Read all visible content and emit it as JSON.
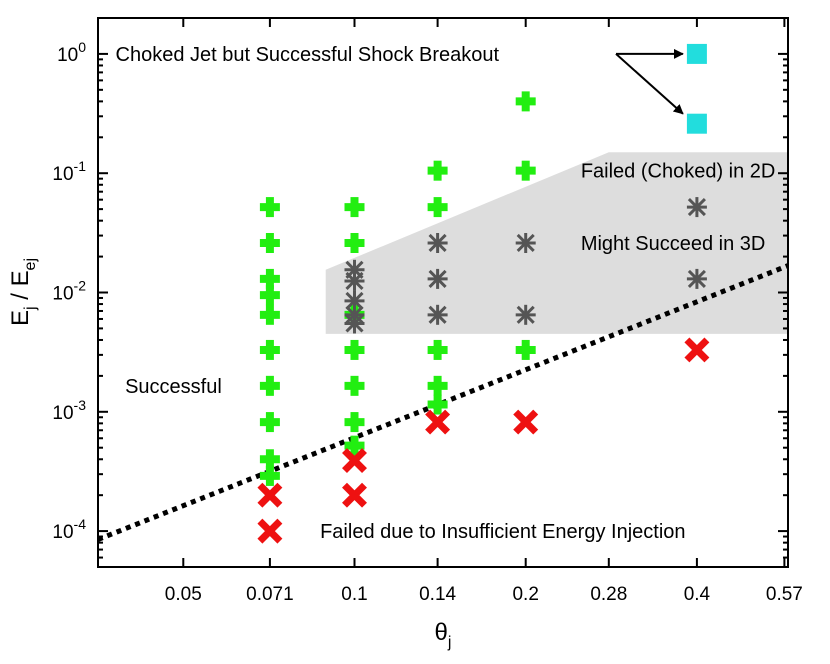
{
  "chart_data": {
    "type": "scatter",
    "title": "",
    "xlabel": "θ_j",
    "ylabel": "E_j / E_ej",
    "x_scale": "log",
    "y_scale": "log",
    "xlim": [
      0.0354,
      0.5784
    ],
    "ylim": [
      5e-05,
      2.0
    ],
    "grid": false,
    "legend": "none",
    "x_ticks": [
      0.05,
      0.071,
      0.1,
      0.14,
      0.2,
      0.28,
      0.4,
      0.57
    ],
    "x_tick_labels": [
      "0.05",
      "0.071",
      "0.1",
      "0.14",
      "0.2",
      "0.28",
      "0.4",
      "0.57"
    ],
    "y_ticks": [
      {
        "value": 0.0001,
        "base": "10",
        "exp": "-4"
      },
      {
        "value": 0.001,
        "base": "10",
        "exp": "-3"
      },
      {
        "value": 0.01,
        "base": "10",
        "exp": "-2"
      },
      {
        "value": 0.1,
        "base": "10",
        "exp": "-1"
      },
      {
        "value": 1,
        "base": "10",
        "exp": "0"
      }
    ],
    "series": [
      {
        "marker": "plus",
        "color": "#22ee11",
        "points": [
          [
            0.071,
            0.052
          ],
          [
            0.071,
            0.026
          ],
          [
            0.071,
            0.013
          ],
          [
            0.071,
            0.0095
          ],
          [
            0.071,
            0.0065
          ],
          [
            0.071,
            0.0033
          ],
          [
            0.071,
            0.00165
          ],
          [
            0.071,
            0.00082
          ],
          [
            0.071,
            0.0004
          ],
          [
            0.071,
            0.00029
          ],
          [
            0.1,
            0.052
          ],
          [
            0.1,
            0.026
          ],
          [
            0.1,
            0.0065
          ],
          [
            0.1,
            0.0033
          ],
          [
            0.1,
            0.00165
          ],
          [
            0.1,
            0.00082
          ],
          [
            0.1,
            0.00052
          ],
          [
            0.14,
            0.105
          ],
          [
            0.14,
            0.052
          ],
          [
            0.14,
            0.0033
          ],
          [
            0.14,
            0.00165
          ],
          [
            0.14,
            0.00115
          ],
          [
            0.2,
            0.4
          ],
          [
            0.2,
            0.105
          ],
          [
            0.2,
            0.0033
          ]
        ]
      },
      {
        "marker": "asterisk",
        "color": "#555555",
        "points": [
          [
            0.1,
            0.0155
          ],
          [
            0.1,
            0.0125
          ],
          [
            0.1,
            0.0085
          ],
          [
            0.1,
            0.0065
          ],
          [
            0.1,
            0.0055
          ],
          [
            0.14,
            0.026
          ],
          [
            0.14,
            0.013
          ],
          [
            0.14,
            0.0065
          ],
          [
            0.2,
            0.026
          ],
          [
            0.2,
            0.0065
          ],
          [
            0.4,
            0.052
          ],
          [
            0.4,
            0.013
          ]
        ]
      },
      {
        "marker": "x",
        "color": "#ee1111",
        "points": [
          [
            0.071,
            0.0002
          ],
          [
            0.1,
            0.00039
          ],
          [
            0.1,
            0.0002
          ],
          [
            0.14,
            0.00082
          ],
          [
            0.2,
            0.00082
          ],
          [
            0.4,
            0.0033
          ]
        ]
      },
      {
        "marker": "square",
        "color": "#22dddd",
        "points": [
          [
            0.4,
            1.0
          ],
          [
            0.4,
            0.26
          ]
        ]
      }
    ],
    "legend_marker": {
      "x": 0.071,
      "y": 0.0001,
      "marker": "x",
      "color": "#ee1111"
    },
    "threshold_line": {
      "style": "dotted",
      "color": "#000000",
      "points": [
        [
          0.0354,
          8.5e-05
        ],
        [
          0.5784,
          0.0168
        ]
      ]
    },
    "shaded_region": {
      "color": "#dddddd",
      "points": [
        [
          0.089,
          0.0045
        ],
        [
          0.5784,
          0.0045
        ],
        [
          0.5784,
          0.15
        ],
        [
          0.28,
          0.15
        ],
        [
          0.089,
          0.0155
        ]
      ]
    },
    "annotations": [
      {
        "text": "Choked Jet but Successful Shock Breakout",
        "x": 0.038,
        "y": 1.0
      },
      {
        "text": "Failed (Choked) in 2D",
        "x": 0.25,
        "y": 0.105
      },
      {
        "text": "Might Succeed in 3D",
        "x": 0.25,
        "y": 0.026
      },
      {
        "text": "Successful",
        "x": 0.0395,
        "y": 0.00165
      },
      {
        "text": "Failed due to Insufficient Energy Injection",
        "x": 0.087,
        "y": 0.0001
      }
    ]
  }
}
